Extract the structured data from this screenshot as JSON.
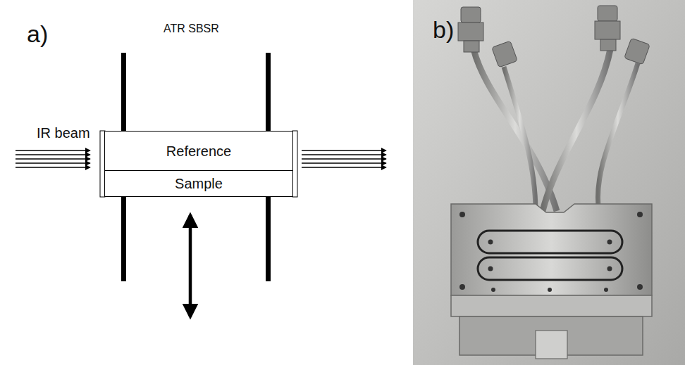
{
  "diagram": {
    "nodes": [
      {
        "text": [
          "Reference"
        ]
      },
      {
        "text": [
          "Sample"
        ]
      }
    ],
    "labels": [
      "a)",
      "ATR SBSR",
      "IR beam",
      "b)"
    ]
  }
}
